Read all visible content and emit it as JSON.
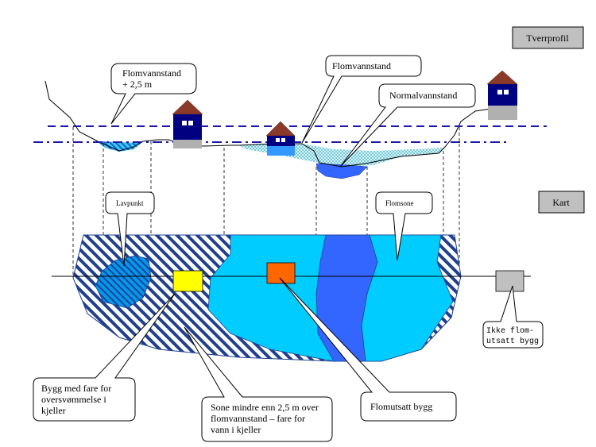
{
  "headers": {
    "tverrprofil": "Tverrprofil",
    "kart": "Kart"
  },
  "callouts": {
    "flomvannstand_25": [
      "Flomvannstand",
      "+ 2,5 m"
    ],
    "flomvannstand": "Flomvannstand",
    "normalvannstand": "Normalvannstand",
    "lavpunkt": "Lavpunkt",
    "flomsone": "Flomsone",
    "bygg_fare": [
      "Bygg med fare for",
      "oversvømmelse  i",
      "kjeller"
    ],
    "sone_mindre": [
      "Sone mindre enn 2,5 m over",
      "flomvannstand – fare for",
      "vann i kjeller"
    ],
    "flomutsatt_bygg": "Flomutsatt bygg",
    "ikke_flomutsatt": [
      "Ikke flom-",
      "utsatt bygg"
    ]
  },
  "colors": {
    "dark_blue_line": "#1a1aa6",
    "flood_light": "#00ccff",
    "normal_water": "#3366ff",
    "hatch": "#1f3f8f",
    "house_body": "#000080",
    "roof": "#8b3a2a",
    "building_yellow": "#ffff00",
    "building_orange": "#ff6600",
    "building_gray": "#c0c0c0"
  }
}
